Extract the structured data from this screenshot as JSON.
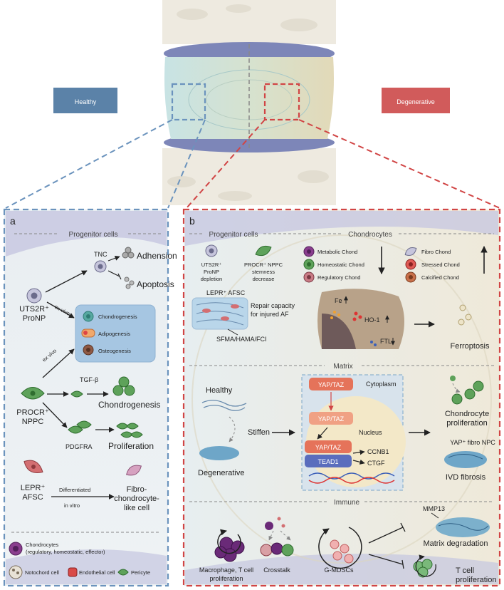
{
  "banner": {
    "healthy": "Healthy",
    "degenerative": "Degenerative",
    "colors": {
      "healthy": "#5b82a8",
      "degenerative": "#d15b5b",
      "left_frame": "#6b93bd",
      "right_frame": "#d14545"
    }
  },
  "panel_a": {
    "letter": "a",
    "section_header": "Progenitor cells",
    "tnc": "TNC",
    "adhension": "Adhension",
    "apoptosis": "Apoptosis",
    "uts2r_line1": "UTS2R⁺",
    "uts2r_line2": "ProNP",
    "ex_vivo_1": "ex vivo",
    "ex_vivo_2": "ex vivo",
    "chondrogenesis_box": "Chondrogenesis",
    "adipogenesis": "Adipogenesis",
    "osteogenesis": "Osteogenesis",
    "procr_line1": "PROCR⁺",
    "procr_line2": "NPPC",
    "tgfb": "TGF-β",
    "chondrogenesis": "Chondrogenesis",
    "pdgfra": "PDGFRA",
    "proliferation": "Proliferation",
    "lepr_line1": "LEPR⁺",
    "lepr_line2": "AFSC",
    "differentiated": "Differentiated",
    "in_vitro": "in vitro",
    "fibro_line1": "Fibro-",
    "fibro_line2": "chondrocyte-",
    "fibro_line3": "like cell",
    "legend_chond_1": "Chondrocytes",
    "legend_chond_2": "(regulatory, homeostatic, effector)",
    "legend_notochord": "Notochord cell",
    "legend_endothelial": "Endothelial cell",
    "legend_pericyte": "Pericyte"
  },
  "panel_b": {
    "letter": "b",
    "progenitor_header": "Progenitor cells",
    "chondrocytes_header": "Chondrocytes",
    "uts2r_1": "UTS2R⁺",
    "uts2r_2": "ProNP",
    "uts2r_3": "depletion",
    "procr_1": "PROCR⁺ NPPC",
    "procr_2": "stemness",
    "procr_3": "decrease",
    "metabolic": "Metabolic Chond",
    "homeostatic": "Homeostatic Chond",
    "regulatory": "Regulatory Chond",
    "fibro_chond": "Fibro Chond",
    "stressed": "Stressed Chond",
    "calcified": "Calcified Chond",
    "lepr_afsc": "LEPR⁺ AFSC",
    "repair_1": "Repair capacity",
    "repair_2": "for injured AF",
    "sfma": "SFMA/HAMA/FCI",
    "fe": "Fe",
    "ho1": "HO-1",
    "ftl": "FTL",
    "ferroptosis": "Ferroptosis",
    "matrix_header": "Matrix",
    "healthy": "Healthy",
    "stiffen": "Stiffen",
    "degenerative": "Degenerative",
    "cytoplasm": "Cytoplasm",
    "yap1": "YAP/TAZ",
    "yap2": "YAP/TAZ",
    "nucleus": "Nucleus",
    "yap3": "YAP/TAZ",
    "tead1": "TEAD1",
    "ccnb1": "CCNB1",
    "ctgf": "CTGF",
    "chond_prolif_1": "Chondrocyte",
    "chond_prolif_2": "proliferation",
    "yap_fibro": "YAP⁺ fibro NPC",
    "ivd_fibrosis": "IVD fibrosis",
    "immune_header": "Immune",
    "mmp13": "MMP13",
    "matrix_degradation": "Matrix degradation",
    "macrophage_1": "Macrophage, T cell",
    "macrophage_2": "proliferation",
    "crosstalk": "Crosstalk",
    "gmdsc": "G-MDSCs",
    "tcell_1": "T cell",
    "tcell_2": "proliferation"
  }
}
